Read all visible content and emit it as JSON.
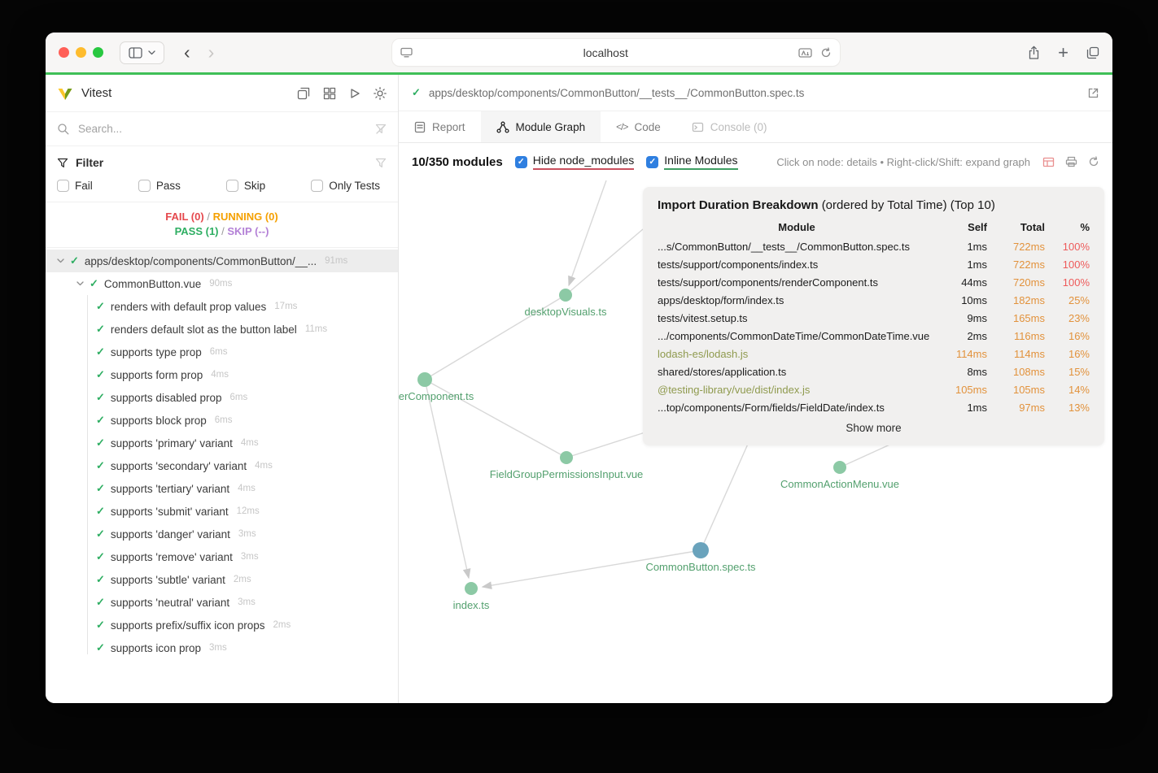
{
  "icons": {
    "check": "✓",
    "back": "‹",
    "forward": "›",
    "plus": "+",
    "code_glyph": "</>",
    "cbx_check": "✓"
  },
  "colors": {
    "brand_green": "#3fbf57",
    "fail_red": "#e5484d",
    "running_orange": "#f5a000",
    "pass_green": "#2eae62",
    "skip_purple": "#b380d6",
    "checkbox_blue": "#2f7fe0",
    "hide_underline_red": "#c94f5e",
    "inline_underline_green": "#3f9e63",
    "node_green": "#8cc9a5",
    "node_active_blue": "#6aa3bc",
    "node_label_green": "#53a06e",
    "total_orange": "#e2923c",
    "pct_red": "#ee5b5b",
    "external_module_olive": "#8f9a4e"
  },
  "browser": {
    "url": "localhost"
  },
  "sidebar": {
    "title": "Vitest",
    "search": {
      "placeholder": "Search..."
    },
    "filter": {
      "label": "Filter",
      "options": [
        {
          "label": "Fail"
        },
        {
          "label": "Pass"
        },
        {
          "label": "Skip"
        },
        {
          "label": "Only Tests"
        }
      ]
    },
    "status": {
      "fail": "FAIL (0)",
      "running": "RUNNING (0)",
      "pass": "PASS (1)",
      "skip": "SKIP (--)",
      "sep": "/"
    },
    "tree": {
      "file": {
        "label": "apps/desktop/components/CommonButton/__...",
        "time": "91ms"
      },
      "suite": {
        "label": "CommonButton.vue",
        "time": "90ms"
      },
      "tests": [
        {
          "label": "renders with default prop values",
          "time": "17ms"
        },
        {
          "label": "renders default slot as the button label",
          "time": "11ms"
        },
        {
          "label": "supports type prop",
          "time": "6ms"
        },
        {
          "label": "supports form prop",
          "time": "4ms"
        },
        {
          "label": "supports disabled prop",
          "time": "6ms"
        },
        {
          "label": "supports block prop",
          "time": "6ms"
        },
        {
          "label": "supports 'primary' variant",
          "time": "4ms"
        },
        {
          "label": "supports 'secondary' variant",
          "time": "4ms"
        },
        {
          "label": "supports 'tertiary' variant",
          "time": "4ms"
        },
        {
          "label": "supports 'submit' variant",
          "time": "12ms"
        },
        {
          "label": "supports 'danger' variant",
          "time": "3ms"
        },
        {
          "label": "supports 'remove' variant",
          "time": "3ms"
        },
        {
          "label": "supports 'subtle' variant",
          "time": "2ms"
        },
        {
          "label": "supports 'neutral' variant",
          "time": "3ms"
        },
        {
          "label": "supports prefix/suffix icon props",
          "time": "2ms"
        },
        {
          "label": "supports icon prop",
          "time": "3ms"
        }
      ]
    }
  },
  "main": {
    "path": "apps/desktop/components/CommonButton/__tests__/CommonButton.spec.ts",
    "tabs": [
      {
        "label": "Report"
      },
      {
        "label": "Module Graph"
      },
      {
        "label": "Code"
      },
      {
        "label": "Console (0)"
      }
    ],
    "toolbar": {
      "modules": "10/350 modules",
      "hide_node_modules": "Hide node_modules",
      "inline_modules": "Inline Modules",
      "hint": "Click on node: details • Right-click/Shift: expand graph"
    },
    "graph": {
      "nodes": [
        {
          "label": "desktopVisuals.ts"
        },
        {
          "label": "erComponent.ts"
        },
        {
          "label": "FieldGroupPermissionsInput.vue"
        },
        {
          "label": "CommonActionMenu.vue"
        },
        {
          "label": "CommonButton.spec.ts"
        },
        {
          "label": "index.ts"
        }
      ]
    },
    "breakdown": {
      "title": "Import Duration Breakdown",
      "subtitle": "(ordered by Total Time) (Top 10)",
      "headers": {
        "module": "Module",
        "self": "Self",
        "total": "Total",
        "pct": "%"
      },
      "rows": [
        {
          "module": "...s/CommonButton/__tests__/CommonButton.spec.ts",
          "self": "1ms",
          "total": "722ms",
          "pct": "100%"
        },
        {
          "module": "tests/support/components/index.ts",
          "self": "1ms",
          "total": "722ms",
          "pct": "100%"
        },
        {
          "module": "tests/support/components/renderComponent.ts",
          "self": "44ms",
          "total": "720ms",
          "pct": "100%"
        },
        {
          "module": "apps/desktop/form/index.ts",
          "self": "10ms",
          "total": "182ms",
          "pct": "25%"
        },
        {
          "module": "tests/vitest.setup.ts",
          "self": "9ms",
          "total": "165ms",
          "pct": "23%"
        },
        {
          "module": ".../components/CommonDateTime/CommonDateTime.vue",
          "self": "2ms",
          "total": "116ms",
          "pct": "16%"
        },
        {
          "module": "lodash-es/lodash.js",
          "self": "114ms",
          "total": "114ms",
          "pct": "16%"
        },
        {
          "module": "shared/stores/application.ts",
          "self": "8ms",
          "total": "108ms",
          "pct": "15%"
        },
        {
          "module": "@testing-library/vue/dist/index.js",
          "self": "105ms",
          "total": "105ms",
          "pct": "14%"
        },
        {
          "module": "...top/components/Form/fields/FieldDate/index.ts",
          "self": "1ms",
          "total": "97ms",
          "pct": "13%"
        }
      ],
      "show_more": "Show more"
    }
  }
}
